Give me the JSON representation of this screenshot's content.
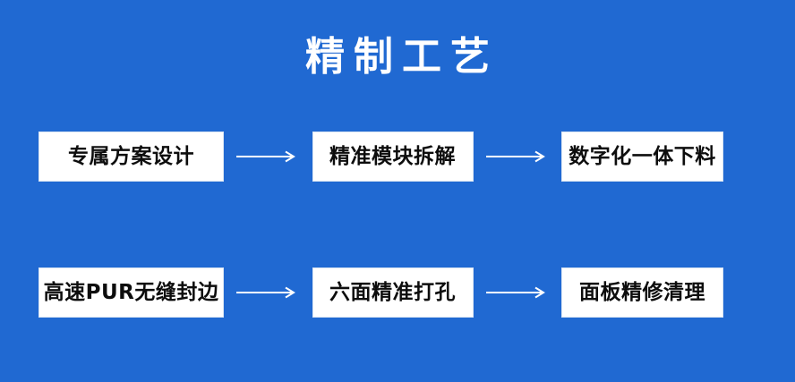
{
  "theme": {
    "background_color": "#2069D2",
    "box_background": "#FFFFFF",
    "box_text_color": "#0D0D0D",
    "title_color": "#FFFFFF",
    "arrow_color": "#FFFFFF"
  },
  "header": {
    "title": "精制工艺"
  },
  "flow": {
    "rows": [
      {
        "row_index": 1,
        "steps": [
          {
            "label": "专属方案设计"
          },
          {
            "label": "精准模块拆解"
          },
          {
            "label": "数字化一体下料"
          }
        ],
        "connectors": [
          {
            "icon": "arrow-right-icon"
          },
          {
            "icon": "arrow-right-icon"
          }
        ]
      },
      {
        "row_index": 2,
        "steps": [
          {
            "label": "高速PUR无缝封边"
          },
          {
            "label": "六面精准打孔"
          },
          {
            "label": "面板精修清理"
          }
        ],
        "connectors": [
          {
            "icon": "arrow-right-icon"
          },
          {
            "icon": "arrow-right-icon"
          }
        ]
      }
    ]
  }
}
